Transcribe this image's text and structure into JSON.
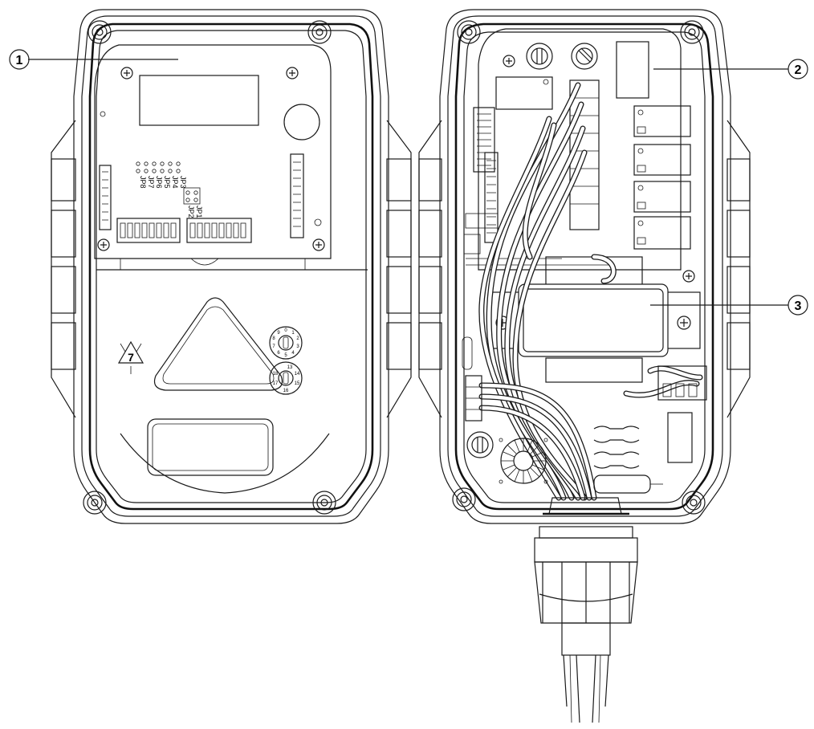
{
  "callouts": [
    {
      "id": "1",
      "label": "1"
    },
    {
      "id": "2",
      "label": "2"
    },
    {
      "id": "3",
      "label": "3"
    }
  ],
  "jumper_labels": {
    "top_row": [
      "JP3",
      "JP4",
      "JP5",
      "JP6",
      "JP7",
      "JP8"
    ],
    "right_pair": [
      "JP1",
      "JP2"
    ]
  },
  "recycle_code": "7",
  "rotary_switch_a_digits": [
    "0",
    "1",
    "2",
    "3",
    "4",
    "5",
    "6",
    "7",
    "8",
    "9"
  ],
  "rotary_switch_b_digits": [
    "13",
    "14",
    "15",
    "16",
    "17",
    "18"
  ]
}
